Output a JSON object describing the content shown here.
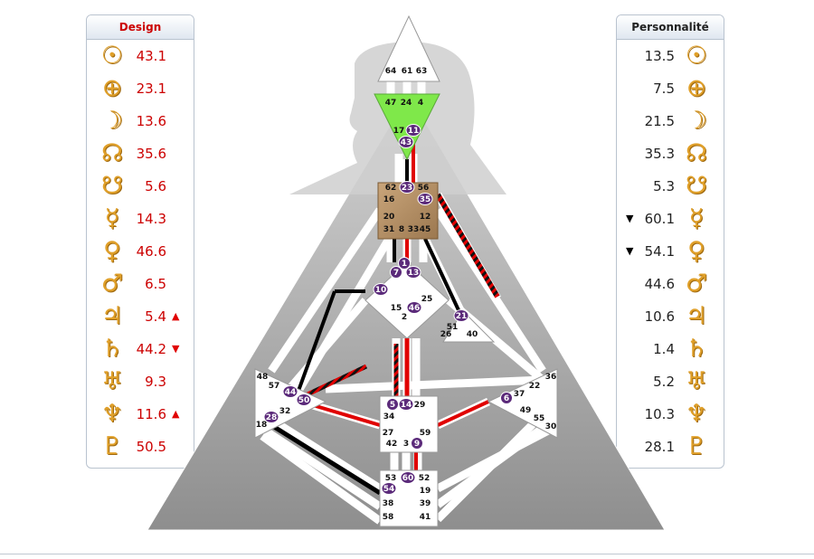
{
  "design": {
    "title": "Design",
    "rows": [
      {
        "planet": "sun-icon",
        "glyph": "☉",
        "value": "43.1",
        "mark": ""
      },
      {
        "planet": "earth-icon",
        "glyph": "⊕",
        "value": "23.1",
        "mark": ""
      },
      {
        "planet": "moon-icon",
        "glyph": "☽",
        "value": "13.6",
        "mark": ""
      },
      {
        "planet": "north-node-icon",
        "glyph": "☊",
        "value": "35.6",
        "mark": ""
      },
      {
        "planet": "south-node-icon",
        "glyph": "☋",
        "value": "5.6",
        "mark": ""
      },
      {
        "planet": "mercury-icon",
        "glyph": "☿",
        "value": "14.3",
        "mark": ""
      },
      {
        "planet": "venus-icon",
        "glyph": "♀",
        "value": "46.6",
        "mark": ""
      },
      {
        "planet": "mars-icon",
        "glyph": "♂",
        "value": "6.5",
        "mark": ""
      },
      {
        "planet": "jupiter-icon",
        "glyph": "♃",
        "value": "5.4",
        "mark": "▲"
      },
      {
        "planet": "saturn-icon",
        "glyph": "♄",
        "value": "44.2",
        "mark": "▼"
      },
      {
        "planet": "uranus-icon",
        "glyph": "♅",
        "value": "9.3",
        "mark": ""
      },
      {
        "planet": "neptune-icon",
        "glyph": "♆",
        "value": "11.6",
        "mark": "▲"
      },
      {
        "planet": "pluto-icon",
        "glyph": "♇",
        "value": "50.5",
        "mark": ""
      }
    ]
  },
  "personality": {
    "title": "Personnalité",
    "rows": [
      {
        "planet": "sun-icon",
        "glyph": "☉",
        "value": "13.5",
        "mark": ""
      },
      {
        "planet": "earth-icon",
        "glyph": "⊕",
        "value": "7.5",
        "mark": ""
      },
      {
        "planet": "moon-icon",
        "glyph": "☽",
        "value": "21.5",
        "mark": ""
      },
      {
        "planet": "north-node-icon",
        "glyph": "☊",
        "value": "35.3",
        "mark": ""
      },
      {
        "planet": "south-node-icon",
        "glyph": "☋",
        "value": "5.3",
        "mark": ""
      },
      {
        "planet": "mercury-icon",
        "glyph": "☿",
        "value": "60.1",
        "mark": "▼"
      },
      {
        "planet": "venus-icon",
        "glyph": "♀",
        "value": "54.1",
        "mark": "▼"
      },
      {
        "planet": "mars-icon",
        "glyph": "♂",
        "value": "44.6",
        "mark": ""
      },
      {
        "planet": "jupiter-icon",
        "glyph": "♃",
        "value": "10.6",
        "mark": ""
      },
      {
        "planet": "saturn-icon",
        "glyph": "♄",
        "value": "1.4",
        "mark": ""
      },
      {
        "planet": "uranus-icon",
        "glyph": "♅",
        "value": "5.2",
        "mark": ""
      },
      {
        "planet": "neptune-icon",
        "glyph": "♆",
        "value": "10.3",
        "mark": ""
      },
      {
        "planet": "pluto-icon",
        "glyph": "♇",
        "value": "28.1",
        "mark": ""
      }
    ]
  },
  "bodygraph": {
    "head": [
      "64",
      "61",
      "63"
    ],
    "ajna": [
      "47",
      "24",
      "4",
      "17",
      "11",
      "43"
    ],
    "throat": [
      "62",
      "23",
      "56",
      "16",
      "35",
      "20",
      "12",
      "31",
      "8",
      "33",
      "45"
    ],
    "g": [
      "1",
      "7",
      "13",
      "10",
      "25",
      "46",
      "15",
      "2"
    ],
    "heart": [
      "21",
      "51",
      "26",
      "40"
    ],
    "spleen": [
      "48",
      "57",
      "44",
      "50",
      "32",
      "28",
      "18"
    ],
    "solar_plexus": [
      "36",
      "22",
      "6",
      "37",
      "49",
      "55",
      "30"
    ],
    "sacral": [
      "5",
      "14",
      "29",
      "34",
      "27",
      "59",
      "42",
      "3",
      "9"
    ],
    "root": [
      "53",
      "60",
      "52",
      "54",
      "19",
      "38",
      "39",
      "58",
      "41"
    ],
    "active_gates": [
      "11",
      "43",
      "23",
      "35",
      "1",
      "7",
      "13",
      "10",
      "46",
      "21",
      "44",
      "50",
      "28",
      "6",
      "5",
      "14",
      "9",
      "60",
      "54"
    ],
    "colors": {
      "active_gate": "#5b2a7a",
      "design": "#e00000",
      "personality": "#000000",
      "defined_ajna": "#7fe84a",
      "defined_throat": "#b08a5a"
    }
  }
}
